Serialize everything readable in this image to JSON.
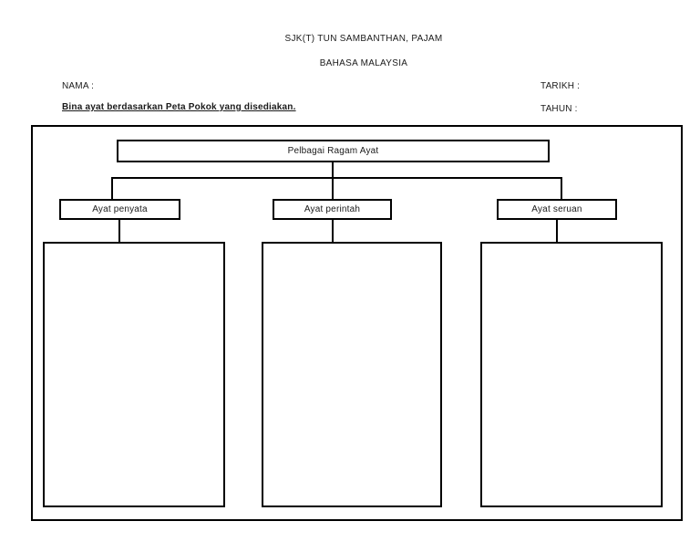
{
  "header": {
    "school": "SJK(T) TUN SAMBANTHAN, PAJAM",
    "subject": "BAHASA MALAYSIA"
  },
  "fields": {
    "nama_label": "NAMA :",
    "tarikh_label": "TARIKH :",
    "tahun_label": "TAHUN :",
    "nama_value": "",
    "tarikh_value": "",
    "tahun_value": ""
  },
  "instruction": "Bina ayat berdasarkan Peta Pokok yang disediakan.",
  "tree_map": {
    "root": "Pelbagai Ragam Ayat",
    "branches": [
      {
        "label": "Ayat penyata",
        "answer": ""
      },
      {
        "label": "Ayat perintah",
        "answer": ""
      },
      {
        "label": "Ayat seruan",
        "answer": ""
      }
    ]
  },
  "colors": {
    "ink": "#1a1a1a",
    "line": "#000000",
    "background": "#ffffff"
  }
}
